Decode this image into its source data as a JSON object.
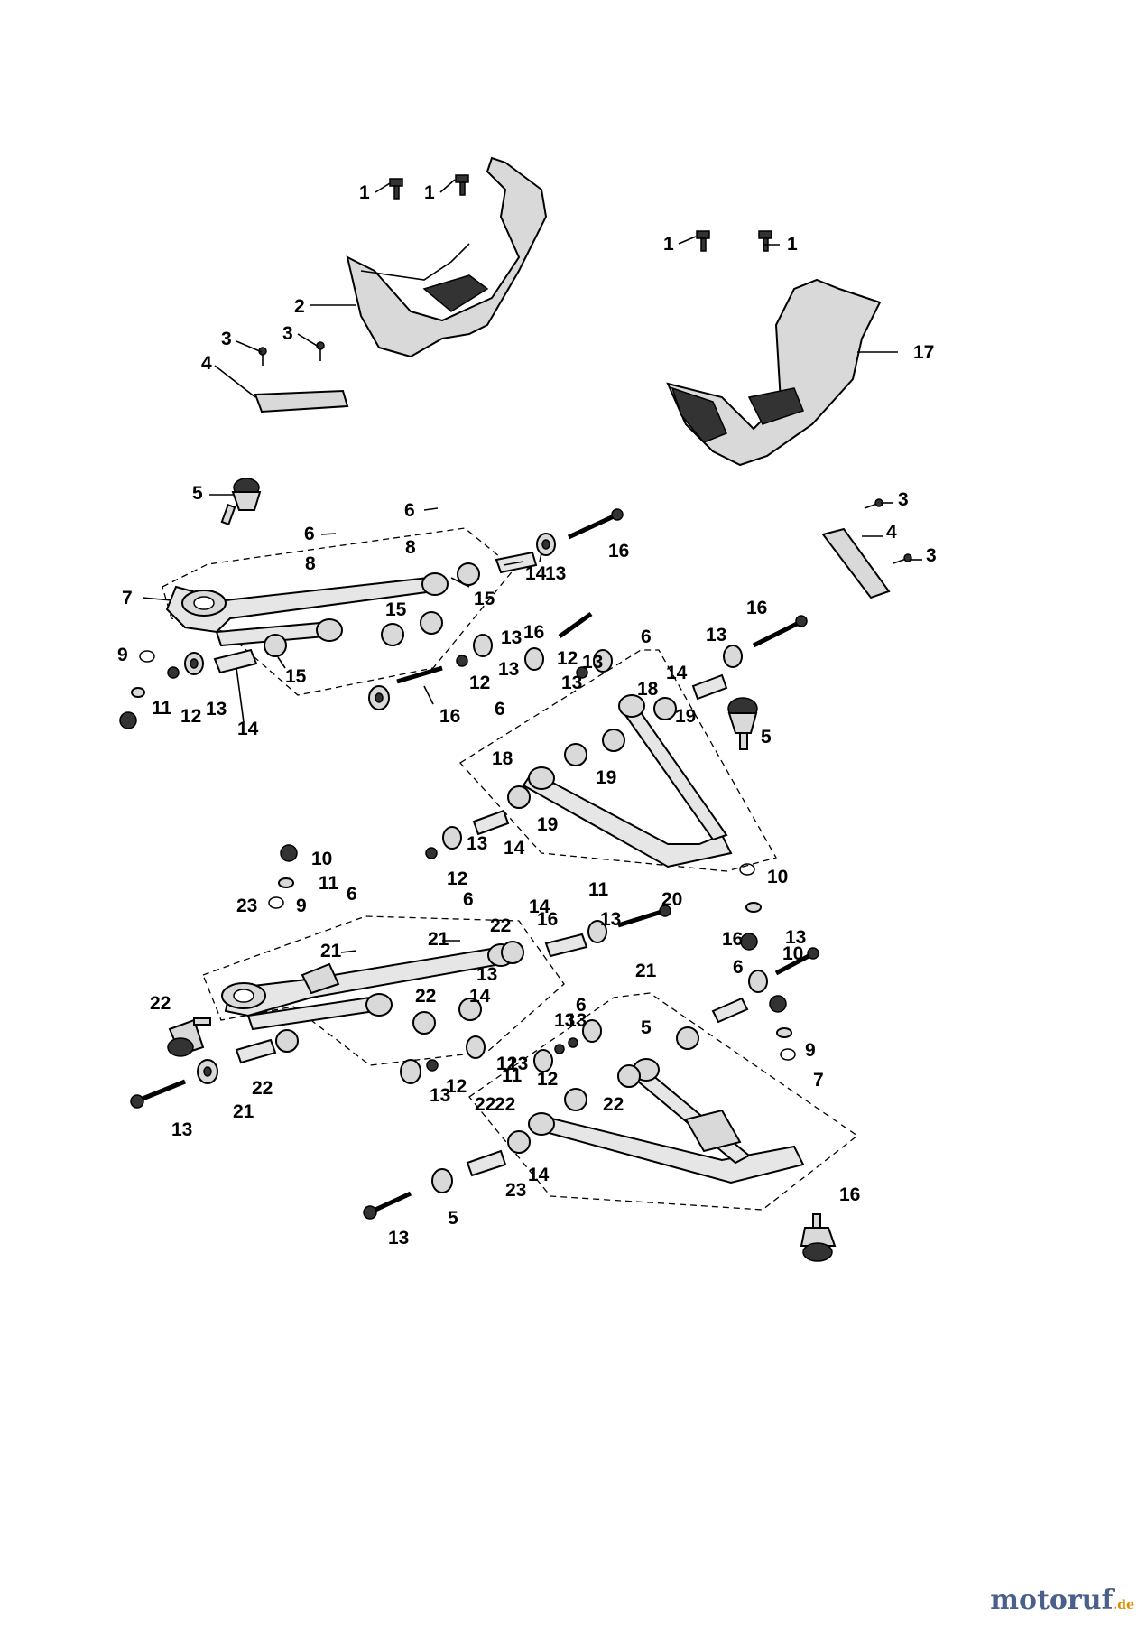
{
  "labels": [
    "1",
    "1",
    "1",
    "1",
    "2",
    "3",
    "3",
    "4",
    "17",
    "5",
    "6",
    "6",
    "8",
    "8",
    "16",
    "14",
    "13",
    "7",
    "15",
    "15",
    "3",
    "4",
    "3",
    "9",
    "11",
    "12",
    "13",
    "14",
    "15",
    "13",
    "12",
    "13",
    "16",
    "13",
    "16",
    "12",
    "13",
    "6",
    "14",
    "16",
    "13",
    "18",
    "6",
    "19",
    "5",
    "18",
    "19",
    "19",
    "14",
    "13",
    "12",
    "10",
    "11",
    "9",
    "6",
    "6",
    "23",
    "21",
    "21",
    "22",
    "14",
    "13",
    "16",
    "20",
    "11",
    "10",
    "16",
    "13",
    "10",
    "6",
    "21",
    "5",
    "22",
    "22",
    "14",
    "22",
    "13",
    "12",
    "12",
    "13",
    "13",
    "13",
    "6",
    "13",
    "12",
    "22",
    "11",
    "9",
    "7",
    "13",
    "21",
    "22",
    "22",
    "14",
    "23",
    "16",
    "13",
    "5"
  ],
  "watermark": {
    "brand": "motoruf",
    "suffix": ".de"
  }
}
